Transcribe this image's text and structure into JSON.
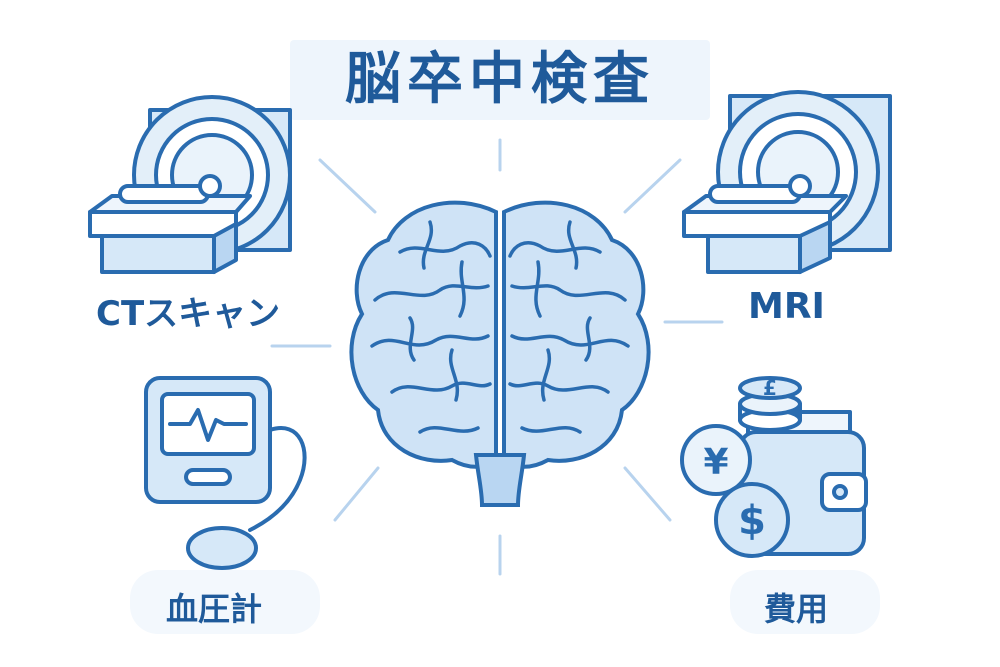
{
  "title": "脳卒中検査",
  "items": {
    "ct": {
      "label": "CTスキャン",
      "icon": "ct-scanner-icon"
    },
    "mri": {
      "label": "MRI",
      "icon": "mri-scanner-icon"
    },
    "bp": {
      "label": "血圧計",
      "icon": "blood-pressure-monitor-icon"
    },
    "cost": {
      "label": "費用",
      "icon": "wallet-coins-icon"
    }
  },
  "center_icon": "brain-icon",
  "colors": {
    "stroke": "#2a6cb0",
    "fill_light": "#d6e8f8",
    "fill_mid": "#b9d6f2",
    "text": "#1f5a9a",
    "ray": "#b8d3ee"
  }
}
